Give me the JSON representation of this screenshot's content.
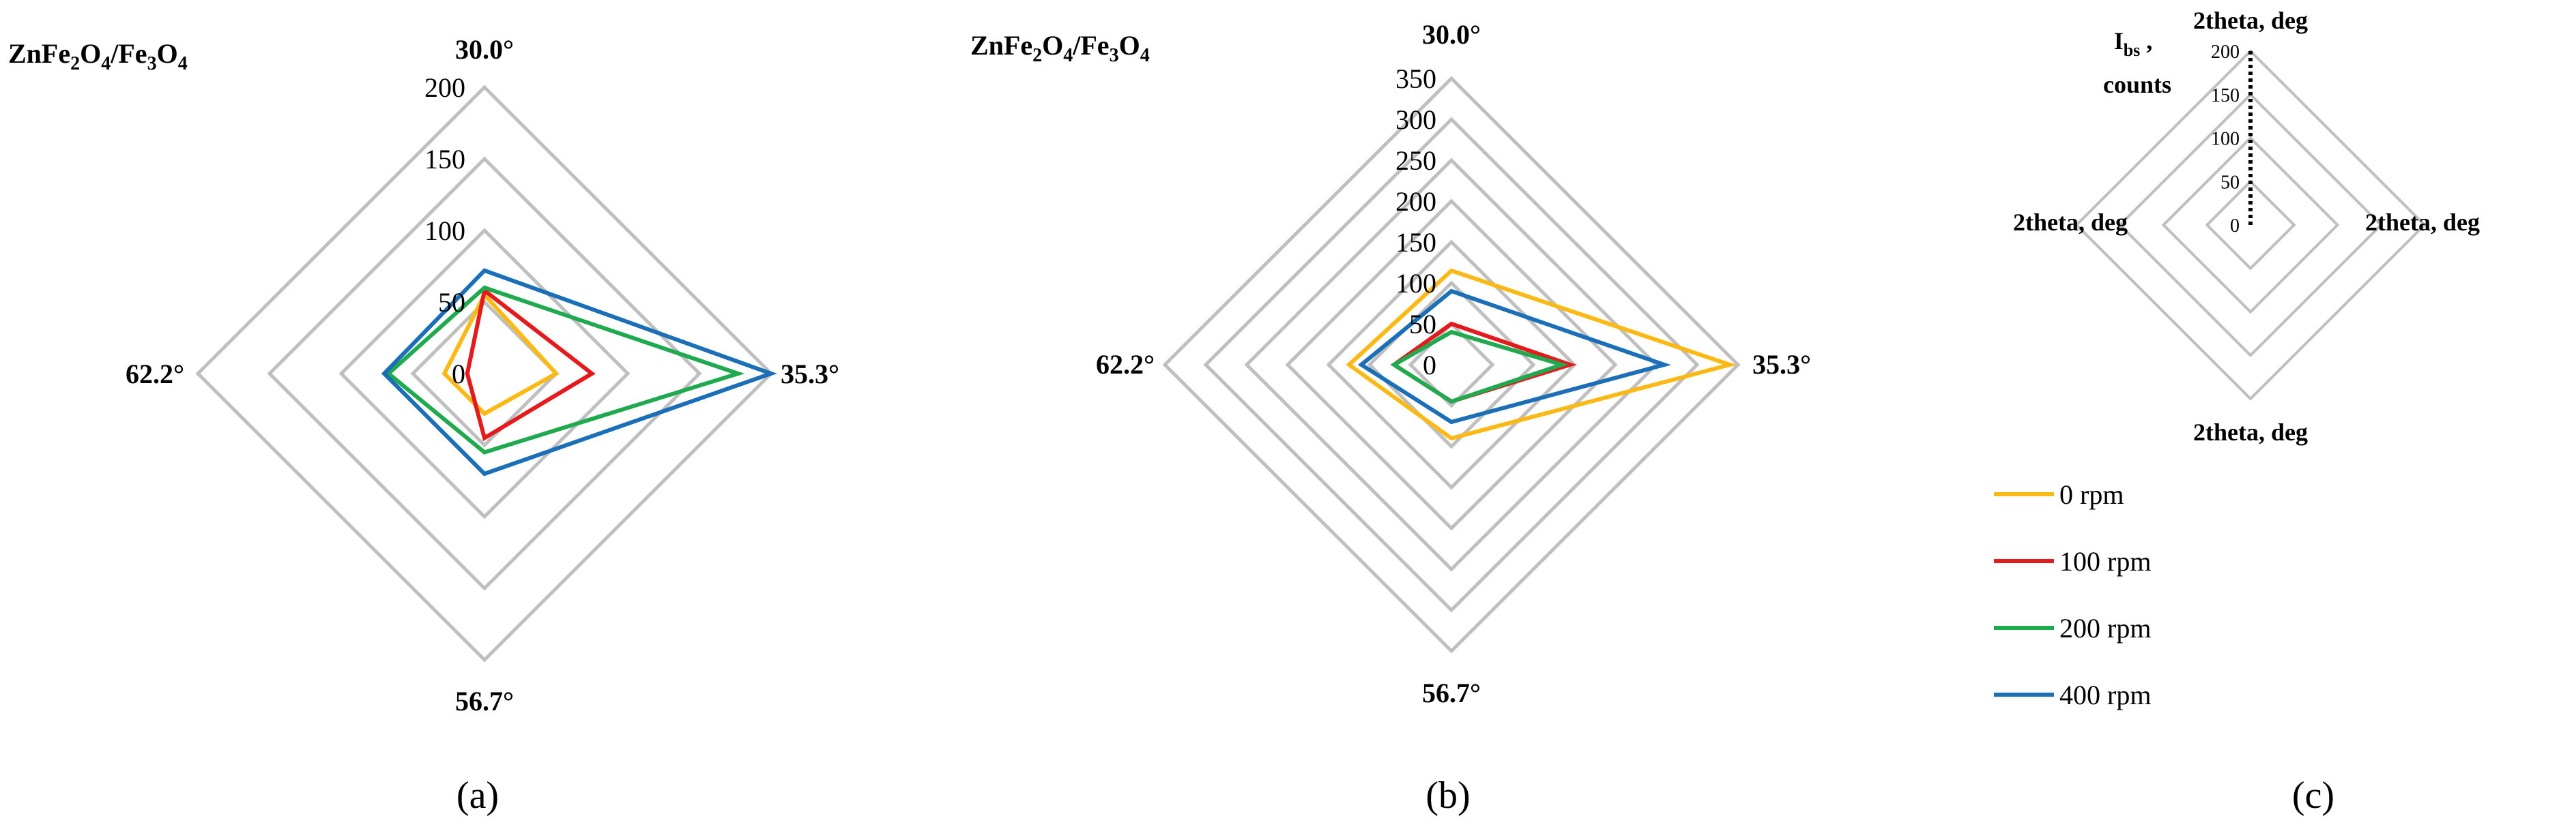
{
  "chart_data": [
    {
      "type": "radar",
      "panel": "a",
      "title": "ZnFe2O4/Fe3O4",
      "title_parts": {
        "t1": "ZnFe",
        "s1": "2",
        "t2": "O",
        "s2": "4",
        "t3": "/Fe",
        "s3": "3",
        "t4": "O",
        "s4": "4"
      },
      "caption": "(a)",
      "axes": [
        "30.0°",
        "35.3°",
        "56.7°",
        "62.2°"
      ],
      "ticks": [
        "0",
        "50",
        "100",
        "150",
        "200"
      ],
      "rmax": 200,
      "series": [
        {
          "name": "0 rpm",
          "color": "#FDB913",
          "values": [
            55,
            50,
            28,
            28
          ]
        },
        {
          "name": "100 rpm",
          "color": "#E41A1C",
          "values": [
            58,
            75,
            45,
            12
          ]
        },
        {
          "name": "200 rpm",
          "color": "#1FAA4F",
          "values": [
            60,
            177,
            55,
            67
          ]
        },
        {
          "name": "400 rpm",
          "color": "#1A6FB8",
          "values": [
            72,
            200,
            70,
            70
          ]
        }
      ]
    },
    {
      "type": "radar",
      "panel": "b",
      "title": "ZnFe2O4/Fe3O4",
      "title_parts": {
        "t1": "ZnFe",
        "s1": "2",
        "t2": "O",
        "s2": "4",
        "t3": "/Fe",
        "s3": "3",
        "t4": "O",
        "s4": "4"
      },
      "caption": "(b)",
      "axes": [
        "30.0°",
        "35.3°",
        "56.7°",
        "62.2°"
      ],
      "ticks": [
        "0",
        "50",
        "100",
        "150",
        "200",
        "250",
        "300",
        "350"
      ],
      "rmax": 350,
      "series": [
        {
          "name": "0 rpm",
          "color": "#FDB913",
          "values": [
            115,
            340,
            90,
            125
          ]
        },
        {
          "name": "100 rpm",
          "color": "#E41A1C",
          "values": [
            50,
            145,
            45,
            70
          ]
        },
        {
          "name": "200 rpm",
          "color": "#1FAA4F",
          "values": [
            40,
            135,
            45,
            70
          ]
        },
        {
          "name": "400 rpm",
          "color": "#1A6FB8",
          "values": [
            90,
            260,
            70,
            110
          ]
        }
      ]
    },
    {
      "type": "radar-legend-key",
      "panel": "c",
      "caption": "(c)",
      "ylabel": "Ibs , counts",
      "ylabel_parts": {
        "main": "I",
        "sub": "bs",
        "tail": " ,",
        "line2": "counts"
      },
      "axes": [
        "2theta, deg",
        "2theta, deg",
        "2theta, deg",
        "2theta, deg"
      ],
      "ticks": [
        "0",
        "50",
        "100",
        "150",
        "200"
      ],
      "rmax": 200,
      "legend": [
        {
          "name": "0 rpm",
          "color": "#FDB913"
        },
        {
          "name": "100 rpm",
          "color": "#E41A1C"
        },
        {
          "name": "200 rpm",
          "color": "#1FAA4F"
        },
        {
          "name": "400 rpm",
          "color": "#1A6FB8"
        }
      ]
    }
  ]
}
